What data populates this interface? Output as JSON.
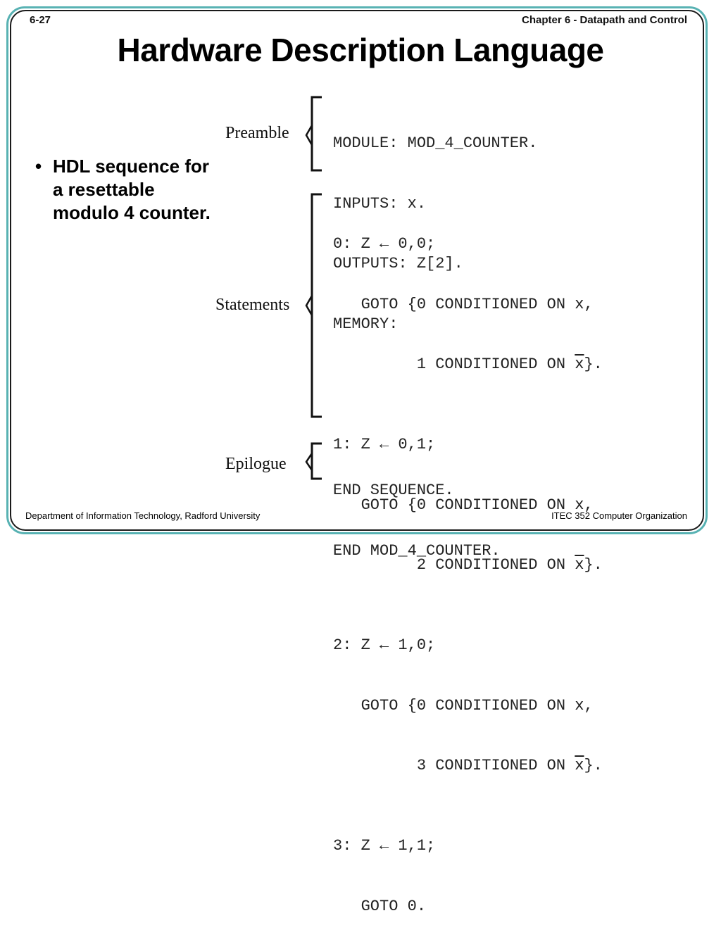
{
  "header": {
    "slide_number": "6-27",
    "chapter": "Chapter 6 - Datapath and Control"
  },
  "title": "Hardware Description Language",
  "bullet": {
    "symbol": "•",
    "text": "HDL sequence for a resettable modulo 4 counter."
  },
  "figure": {
    "sections": {
      "preamble": "Preamble",
      "statements": "Statements",
      "epilogue": "Epilogue"
    },
    "preamble_lines": [
      "MODULE: MOD_4_COUNTER.",
      "INPUTS: x.",
      "OUTPUTS: Z[2].",
      "MEMORY:"
    ],
    "statements": [
      {
        "line": "0: Z ← 0,0;",
        "goto": "GOTO {0 CONDITIONED ON x,",
        "alt_prefix": "1 CONDITIONED ON ",
        "alt_var": "x",
        "alt_suffix": "}."
      },
      {
        "line": "1: Z ← 0,1;",
        "goto": "GOTO {0 CONDITIONED ON x,",
        "alt_prefix": "2 CONDITIONED ON ",
        "alt_var": "x",
        "alt_suffix": "}."
      },
      {
        "line": "2: Z ← 1,0;",
        "goto": "GOTO {0 CONDITIONED ON x,",
        "alt_prefix": "3 CONDITIONED ON ",
        "alt_var": "x",
        "alt_suffix": "}."
      }
    ],
    "final_statement": {
      "line": "3: Z ← 1,1;",
      "goto": "GOTO 0."
    },
    "epilogue_lines": [
      "END SEQUENCE.",
      "END MOD_4_COUNTER."
    ]
  },
  "footer": {
    "left": "Department of Information Technology, Radford University",
    "right": "ITEC 352 Computer Organization"
  }
}
